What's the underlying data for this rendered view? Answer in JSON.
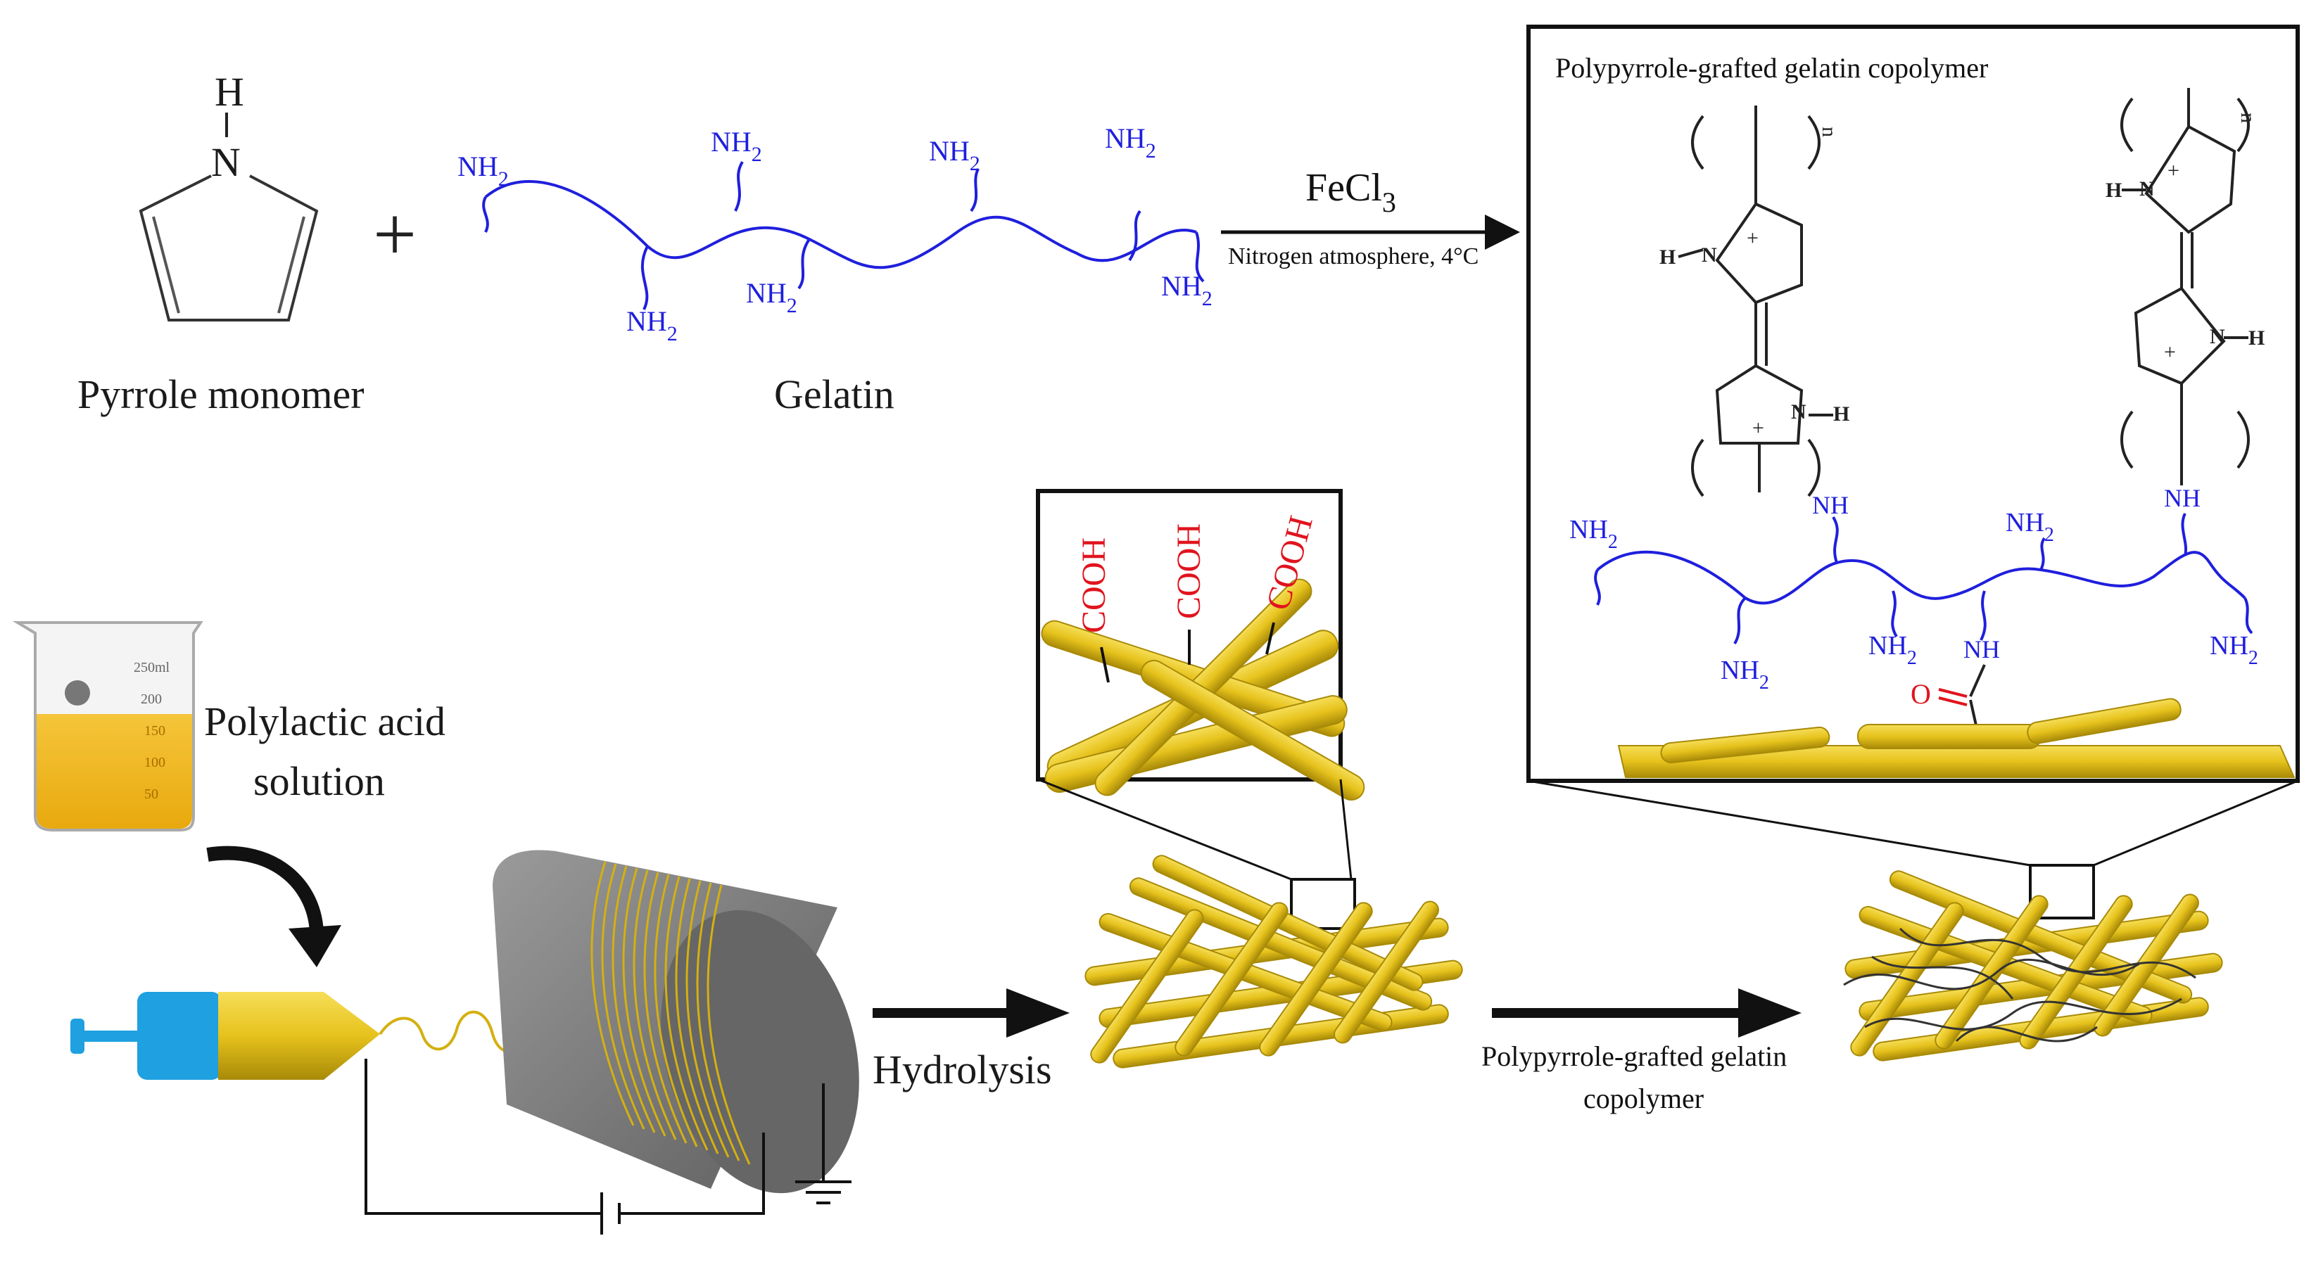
{
  "pyrrole": {
    "h": "H",
    "n": "N",
    "caption": "Pyrrole monomer"
  },
  "plus": "+",
  "gelatin": {
    "nh": "NH",
    "sub2": "2",
    "caption": "Gelatin"
  },
  "reaction": {
    "reagent_main": "FeCl",
    "reagent_sub": "3",
    "conditions": "Nitrogen atmosphere, 4°C"
  },
  "product_box": {
    "title": "Polypyrrole-grafted gelatin copolymer",
    "n_label": "n",
    "charge": "+",
    "n_atom": "N",
    "h_atom": "H",
    "nh": "NH",
    "sub2": "2",
    "oxygen": "O"
  },
  "fiber_zoom": {
    "cooh": "COOH"
  },
  "electrospinning": {
    "solution_line1": "Polylactic acid",
    "solution_line2": "solution",
    "beaker_marks": [
      "250ml",
      "200",
      "150",
      "100",
      "50"
    ]
  },
  "steps": {
    "hydrolysis": "Hydrolysis",
    "graft_line1": "Polypyrrole-grafted gelatin",
    "graft_line2": "copolymer"
  },
  "colors": {
    "gelatin_blue": "#1f1fdd",
    "cooh_red": "#e0141e",
    "fiber_gold": "#e6c21c",
    "drum_gray": "#7a7a7a",
    "syringe_blue": "#1fa0e0"
  }
}
